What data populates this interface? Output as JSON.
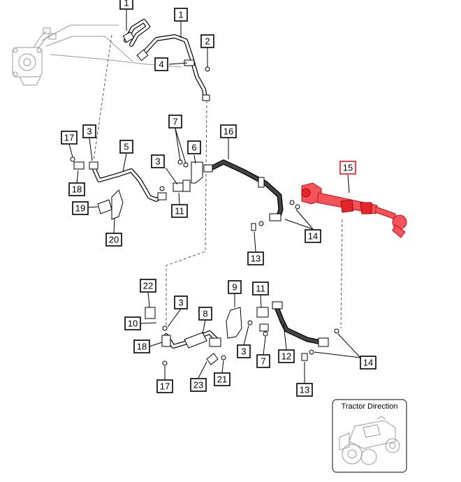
{
  "callouts": [
    {
      "id": "c1a",
      "label": "1"
    },
    {
      "id": "c1b",
      "label": "1"
    },
    {
      "id": "c2",
      "label": "2"
    },
    {
      "id": "c4",
      "label": "4"
    },
    {
      "id": "c7a",
      "label": "7"
    },
    {
      "id": "c16",
      "label": "16"
    },
    {
      "id": "c17a",
      "label": "17"
    },
    {
      "id": "c3a",
      "label": "3"
    },
    {
      "id": "c5",
      "label": "5"
    },
    {
      "id": "c6",
      "label": "6"
    },
    {
      "id": "c3b",
      "label": "3"
    },
    {
      "id": "c15",
      "label": "15"
    },
    {
      "id": "c18a",
      "label": "18"
    },
    {
      "id": "c11a",
      "label": "11"
    },
    {
      "id": "c19",
      "label": "19"
    },
    {
      "id": "c14a",
      "label": "14"
    },
    {
      "id": "c20",
      "label": "20"
    },
    {
      "id": "c13a",
      "label": "13"
    },
    {
      "id": "c22",
      "label": "22"
    },
    {
      "id": "c9",
      "label": "9"
    },
    {
      "id": "c11b",
      "label": "11"
    },
    {
      "id": "c3c",
      "label": "3"
    },
    {
      "id": "c8",
      "label": "8"
    },
    {
      "id": "c10",
      "label": "10"
    },
    {
      "id": "c18b",
      "label": "18"
    },
    {
      "id": "c3d",
      "label": "3"
    },
    {
      "id": "c7b",
      "label": "7"
    },
    {
      "id": "c12",
      "label": "12"
    },
    {
      "id": "c14b",
      "label": "14"
    },
    {
      "id": "c17b",
      "label": "17"
    },
    {
      "id": "c23",
      "label": "23"
    },
    {
      "id": "c21",
      "label": "21"
    },
    {
      "id": "c13b",
      "label": "13"
    }
  ],
  "highlight_color": "#e0191e",
  "inset": {
    "title": "Tractor Direction"
  }
}
